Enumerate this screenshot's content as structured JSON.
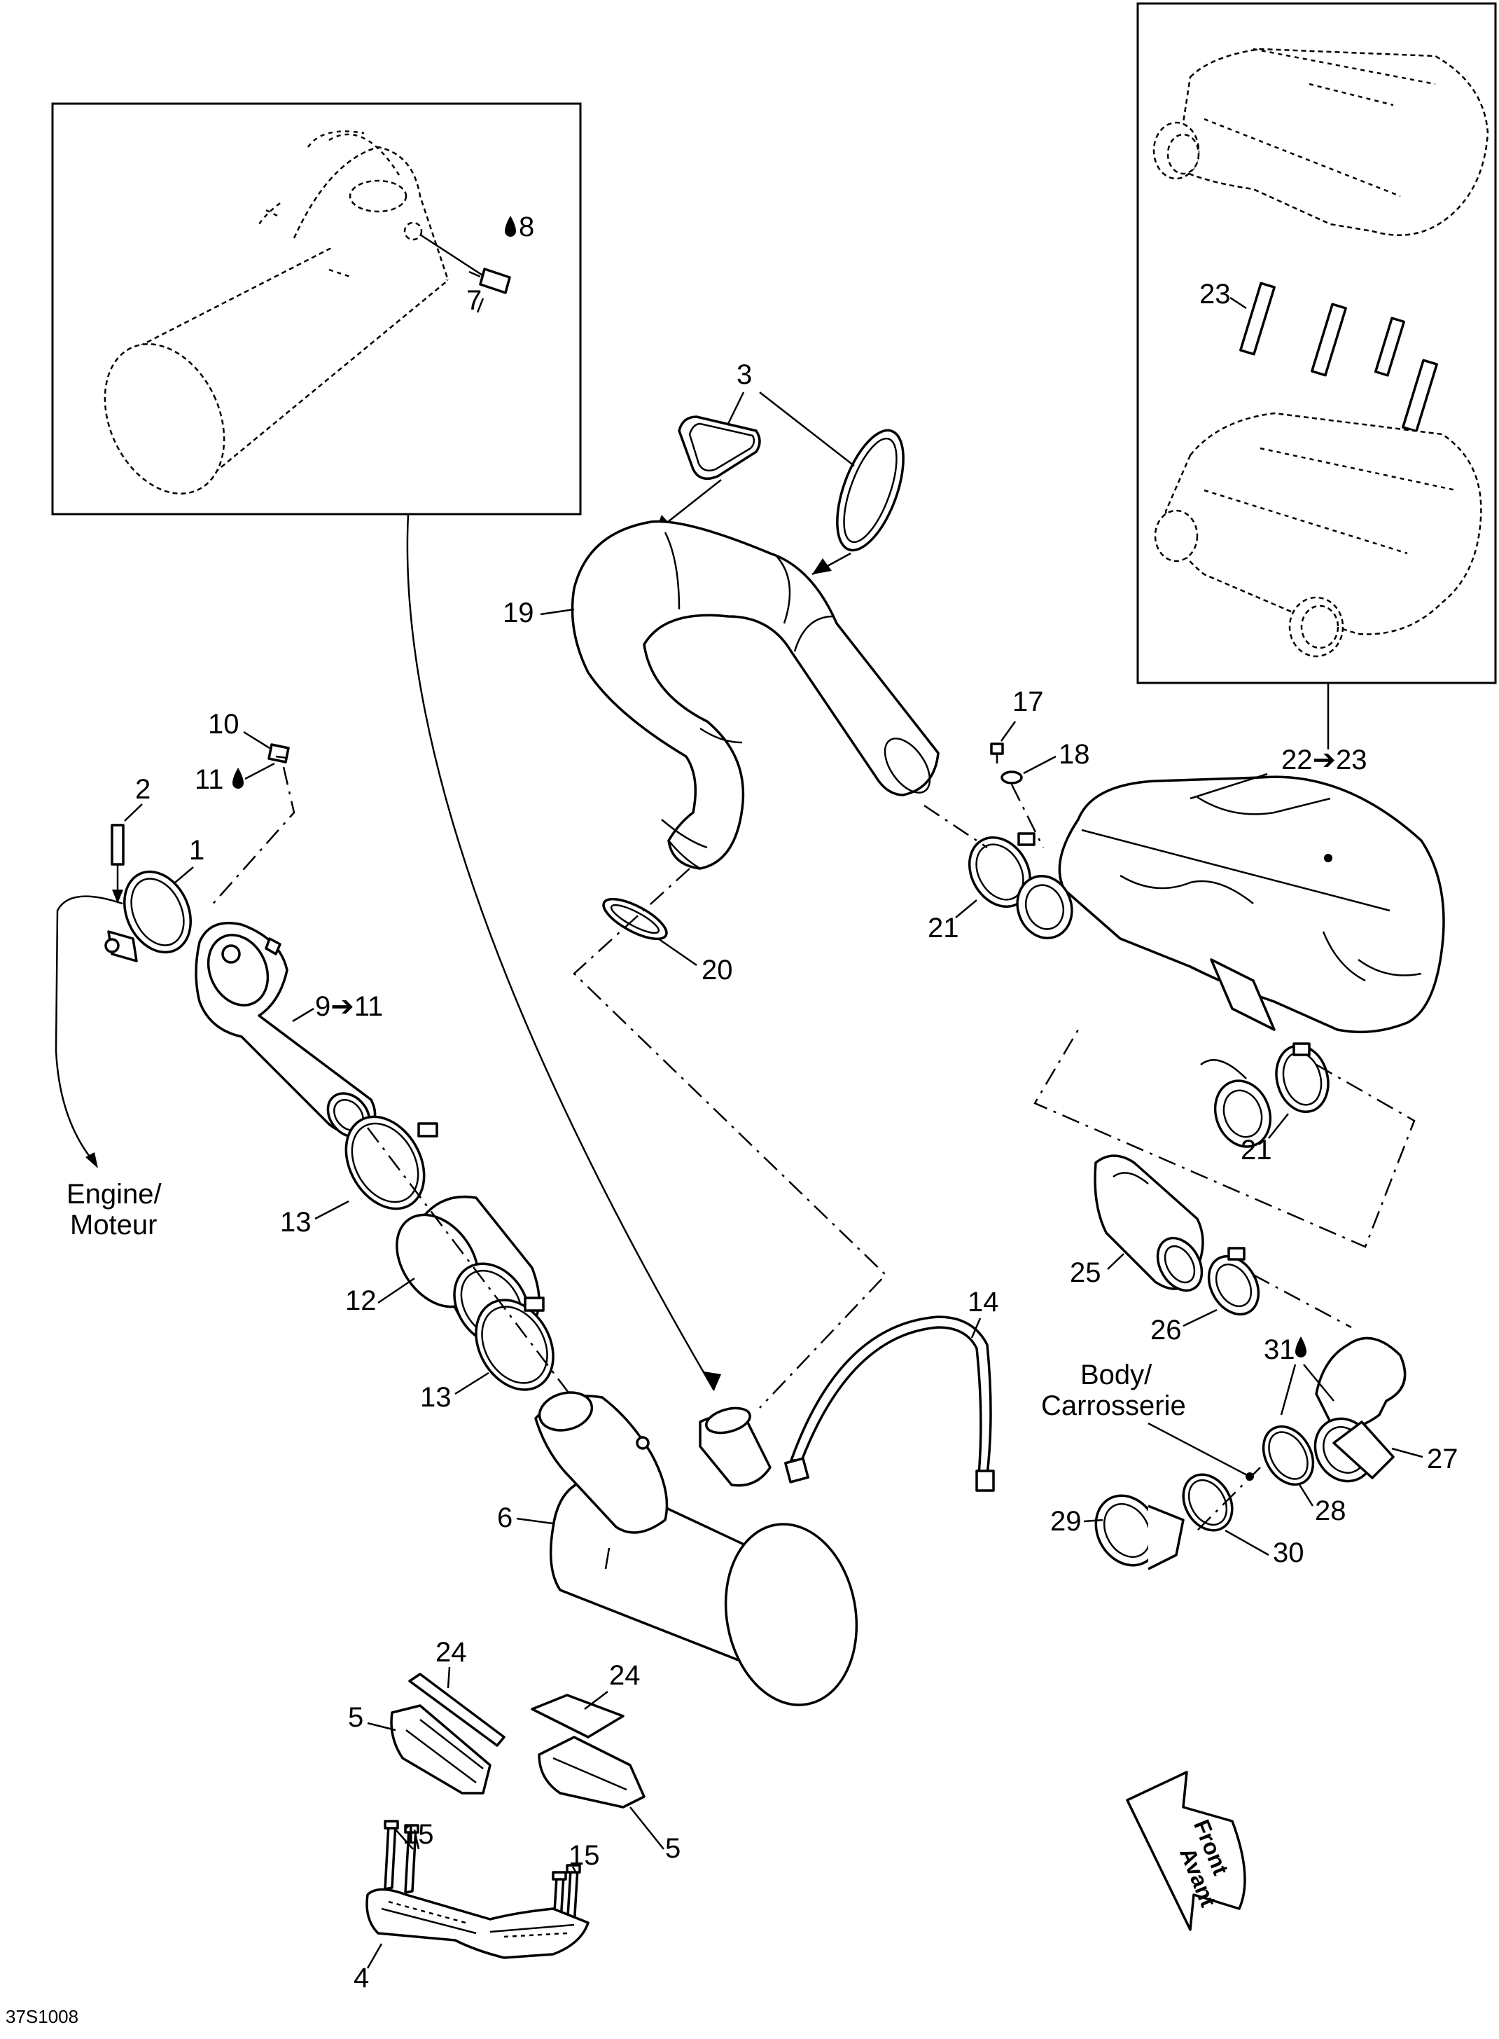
{
  "labels": {
    "p1": "1",
    "p2": "2",
    "p3": "3",
    "p4": "4",
    "p5a": "5",
    "p5b": "5",
    "p6": "6",
    "p7": "7",
    "p8": "8",
    "p9": "9➔11",
    "p10": "10",
    "p11": "11",
    "p12": "12",
    "p13a": "13",
    "p13b": "13",
    "p14": "14",
    "p15a": "15",
    "p15b": "15",
    "p17": "17",
    "p18": "18",
    "p19": "19",
    "p20": "20",
    "p21a": "21",
    "p21b": "21",
    "p22": "22➔23",
    "p23": "23",
    "p24a": "24",
    "p24b": "24",
    "p25": "25",
    "p26": "26",
    "p27": "27",
    "p28": "28",
    "p29": "29",
    "p30": "30",
    "p31": "31"
  },
  "callouts": {
    "engine_line1": "Engine/",
    "engine_line2": "Moteur",
    "body_line1": "Body/",
    "body_line2": "Carrosserie",
    "front_line1": "Front",
    "front_line2": "Avant"
  },
  "diagram_id": "37S1008"
}
